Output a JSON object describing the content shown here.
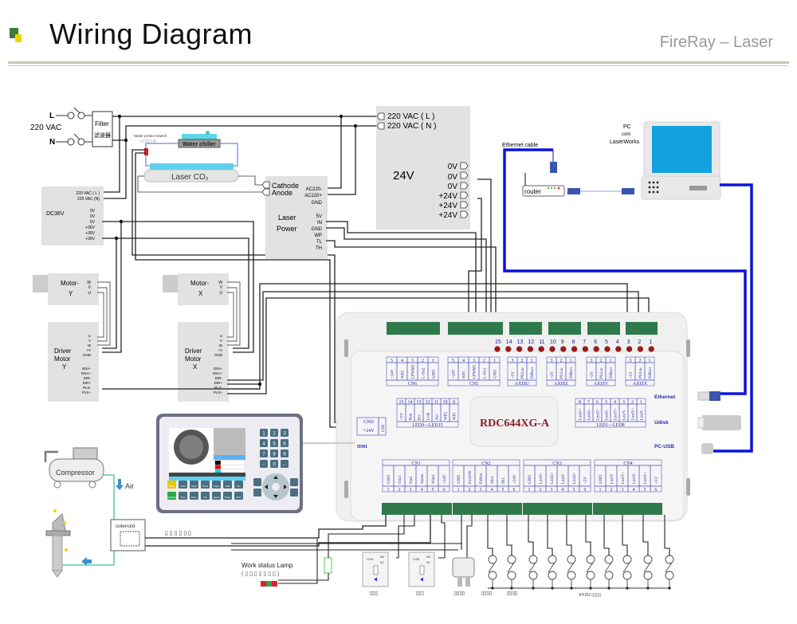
{
  "header": {
    "title": "Wiring Diagram",
    "brand": "FireRay – Laser",
    "logo_colors": {
      "primary": "#3f7a3a",
      "secondary": "#f2d400"
    }
  },
  "mains": {
    "line": "L",
    "neutral": "N",
    "voltage": "220 VAC",
    "filter_label": "Filter",
    "filter_cn": "滤波器"
  },
  "water": {
    "switch_label": "Water protect Switch",
    "switch_sub": "( ▯ ▯ ▯ ▯ ▯ )",
    "chiller_label": "Water chiller"
  },
  "laser_tube": {
    "label": "Laser CO₂"
  },
  "psu_24v": {
    "title": "24V",
    "inputs": [
      "220 VAC ( L )",
      "220 VAC ( N )"
    ],
    "outputs": [
      "0V",
      "0V",
      "0V",
      "+24V",
      "+24V",
      "+24V"
    ]
  },
  "psu_36v": {
    "title": "DC36V",
    "inputs": [
      "220 VAC ( L )",
      "220 VAC (N)"
    ],
    "outputs": [
      "0V",
      "0V",
      "0V",
      "+36V",
      "+36V",
      "+36V"
    ]
  },
  "laser_power": {
    "title_line1": "Laser",
    "title_line2": "Power",
    "tube_pins": [
      "Cathode",
      "Anode"
    ],
    "ac_pins": [
      "AC220-",
      "AC220+",
      "GND"
    ],
    "signal_pins": [
      "5V",
      "IN",
      "GND",
      "WP",
      "TL",
      "TH"
    ]
  },
  "network": {
    "ethernet_label": "Ethernet cable",
    "router_label": "router",
    "pc_label_lines": [
      "PC",
      "com",
      "LaserWorks"
    ],
    "cable_color": "#0a14d8",
    "screen_color": "#13a2e0"
  },
  "motors": [
    {
      "name_line1": "Motor-",
      "name_line2": "Y",
      "pins": [
        "W",
        "V",
        "U"
      ]
    },
    {
      "name_line1": "Motor-",
      "name_line2": "X",
      "pins": [
        "W",
        "V",
        "U"
      ]
    }
  ],
  "drivers": [
    {
      "name_lines": [
        "Driver",
        "Motor",
        "Y"
      ],
      "power_pins": [
        "U",
        "V",
        "W",
        "+V",
        "GND"
      ],
      "signal_pins": [
        "ENA-",
        "ENA+",
        "DIR-",
        "DIR+",
        "PLS-",
        "PLS+"
      ]
    },
    {
      "name_lines": [
        "Driver",
        "Motor",
        "X"
      ],
      "power_pins": [
        "U",
        "V",
        "W",
        "+V",
        "GND"
      ],
      "signal_pins": [
        "ENA-",
        "ENA+",
        "DIR-",
        "DIR+",
        "PLS-",
        "PLS+"
      ]
    }
  ],
  "controller": {
    "model": "RDC644XG-A",
    "led_numbers": [
      "15",
      "14",
      "13",
      "12",
      "11",
      "10",
      "9",
      "8",
      "7",
      "6",
      "5",
      "4",
      "3",
      "2",
      "1"
    ],
    "top_connectors": [
      {
        "name": "CN6",
        "nums": [
          "5",
          "4",
          "3",
          "2",
          "1"
        ],
        "pins": [
          "+24V",
          "WP2",
          "LPWM2",
          "L-On2",
          "GND"
        ]
      },
      {
        "name": "CN5",
        "nums": [
          "5",
          "4",
          "3",
          "2",
          "1"
        ],
        "pins": [
          "+24V",
          "WP1",
          "LPWM1",
          "L-On1",
          "GND"
        ]
      },
      {
        "name": "AXISU",
        "nums": [
          "3",
          "2",
          "1"
        ],
        "pins": [
          "+5V",
          "PULse",
          "DiRect"
        ]
      },
      {
        "name": "AXISZ",
        "nums": [
          "3",
          "2",
          "1"
        ],
        "pins": [
          "+5V",
          "PULse",
          "DiRect"
        ]
      },
      {
        "name": "AXISY",
        "nums": [
          "3",
          "2",
          "1"
        ],
        "pins": [
          "+5V",
          "PULse",
          "DiRect"
        ]
      },
      {
        "name": "AXISX",
        "nums": [
          "3",
          "2",
          "1"
        ],
        "pins": [
          "+5V",
          "PULse",
          "DiRect"
        ]
      }
    ],
    "led_block_left": {
      "name": "LED9—LED15",
      "nums": [
        "15",
        "14",
        "13",
        "12",
        "11",
        "10",
        "9"
      ],
      "pins": [
        "+5V",
        "Run",
        "Err",
        "Link",
        "Act",
        "WP2",
        "WP1"
      ]
    },
    "led_block_right": {
      "name": "LED1—LED8",
      "nums": [
        "8",
        "7",
        "6",
        "5",
        "4",
        "3",
        "2",
        "1"
      ],
      "pins": [
        "LmtU+",
        "LmtU-",
        "LmtZ+",
        "LmtZ-",
        "LmtY+",
        "LmtY-",
        "LmtX+",
        "LmtX-"
      ]
    },
    "cn0": {
      "name": "CN0",
      "pins": [
        "GND",
        "+24V"
      ]
    },
    "side_labels": {
      "hmi": "HMI",
      "ethernet": "Ethernet",
      "udisk": "Udisk",
      "pcusb": "PC-USB"
    },
    "bottom_connectors": [
      {
        "name": "CN1",
        "pins": [
          "GND",
          "Out2",
          "Out1",
          "Status",
          "Wind",
          "+24V"
        ],
        "nums": [
          "1",
          "2",
          "3",
          "4",
          "5",
          "6"
        ]
      },
      {
        "name": "CN2",
        "pins": [
          "GND",
          "FootSW",
          "DrProt",
          "Shot",
          "IN1",
          "+24V"
        ],
        "nums": [
          "1",
          "2",
          "3",
          "4",
          "5",
          "6"
        ]
      },
      {
        "name": "CN3",
        "pins": [
          "GND",
          "LmtU-",
          "LmtU+",
          "LmtZ-",
          "LmtZ+",
          "+5V"
        ],
        "nums": [
          "1",
          "2",
          "3",
          "4",
          "5",
          "6"
        ]
      },
      {
        "name": "CN4",
        "pins": [
          "GND",
          "LmtY-",
          "LmtY+",
          "LmtX-",
          "LmtX+",
          "+5V"
        ],
        "nums": [
          "1",
          "2",
          "3",
          "4",
          "5",
          "6"
        ]
      }
    ],
    "accent_color": "#8b1c2c",
    "label_color": "#2a2aa8"
  },
  "hmi_panel": {
    "keys": [
      "1",
      "2",
      "3",
      "4",
      "5",
      "6",
      "7",
      "8",
      "9",
      "-",
      "0",
      "←"
    ],
    "fn_keys_row1": [
      "Reset",
      "Pulse",
      "Origin",
      "Frame",
      "Origin",
      "Shift",
      "Esc"
    ],
    "fn_keys_row2": [
      "Start/Pause",
      "Stop",
      "Menu",
      "File",
      "Speed",
      "Power",
      "Enter"
    ],
    "side_keys": [
      "Z↑",
      "Z↓",
      "U+",
      "U-"
    ],
    "swatches": [
      "#000000",
      "#e00000",
      "#00d8e8",
      "#0000e0"
    ]
  },
  "air": {
    "compressor_label": "Compressor",
    "air_label": "Air",
    "solenoid_label": "solenoid",
    "solenoid_sub": "▯ ▯ ▯ ▯ ▯ ▯",
    "line_color": "#3cc0a0"
  },
  "lamp": {
    "label": "Work status Lamp",
    "sub": "( ▯ ▯ ▯ ▯ ▯ ▯ ▯ )"
  },
  "relays": [
    {
      "pins": [
        "COM",
        "NO",
        "NC"
      ],
      "sub": "▯▯▯"
    },
    {
      "pins": [
        "COM",
        "NO",
        "NC"
      ],
      "sub": "▯▯▯"
    }
  ],
  "switch_groups": [
    {
      "sub": "▯▯▯▯"
    },
    {
      "sub": "▯▯▯▯"
    },
    {
      "sub": "▯▯▯▯"
    }
  ],
  "limit_switch_label": "XYZU ▯▯▯▯"
}
